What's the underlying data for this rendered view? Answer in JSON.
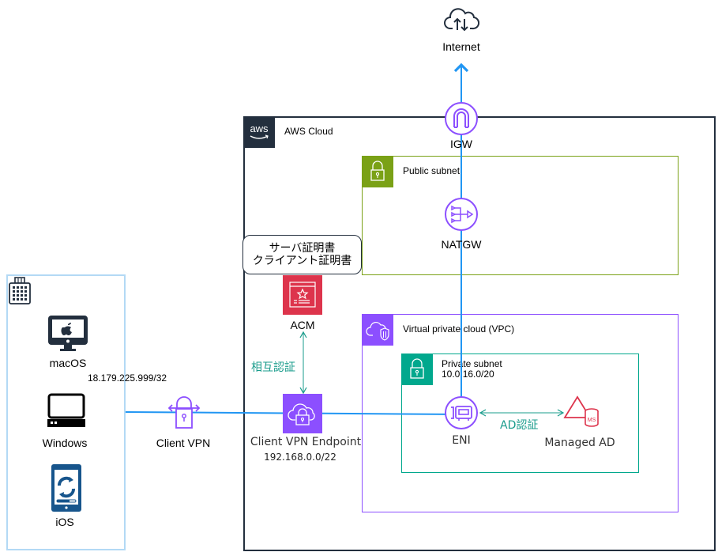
{
  "internet": {
    "label": "Internet",
    "icon": "internet-cloud-icon"
  },
  "aws_cloud": {
    "label": "AWS Cloud",
    "logo_text": "aws"
  },
  "igw": {
    "label": "IGW"
  },
  "public_subnet": {
    "label": "Public subnet"
  },
  "natgw": {
    "label": "NATGW"
  },
  "certificates_callout": {
    "line1": "サーバ証明書",
    "line2": "クライアント証明書"
  },
  "acm": {
    "label": "ACM"
  },
  "mutual_auth": {
    "label": "相互認証"
  },
  "corporate": {
    "devices": [
      {
        "label": "macOS",
        "icon": "imac-icon"
      },
      {
        "label": "Windows",
        "icon": "desktop-pc-icon"
      },
      {
        "label": "iOS",
        "icon": "tablet-sync-icon"
      }
    ],
    "ip": "18.179.225.999/32"
  },
  "client_vpn": {
    "label": "Client VPN"
  },
  "client_vpn_endpoint": {
    "label": "Client VPN Endpoint",
    "cidr": "192.168.0.0/22"
  },
  "vpc": {
    "label": "Virtual private cloud (VPC)"
  },
  "private_subnet": {
    "label": "Private subnet",
    "cidr": "10.0.16.0/20"
  },
  "eni": {
    "label": "ENI"
  },
  "ad_auth": {
    "label": "AD認証"
  },
  "managed_ad": {
    "label": "Managed AD",
    "badge": "MS"
  },
  "colors": {
    "aws_dark": "#232f3e",
    "public_green": "#7aa116",
    "vpc_purple": "#8c4fff",
    "private_teal": "#01a88d",
    "acm_red": "#dd344c",
    "line_blue": "#2196f3",
    "auth_teal": "#1a9c8c",
    "corp_border": "#b3d9f5"
  }
}
